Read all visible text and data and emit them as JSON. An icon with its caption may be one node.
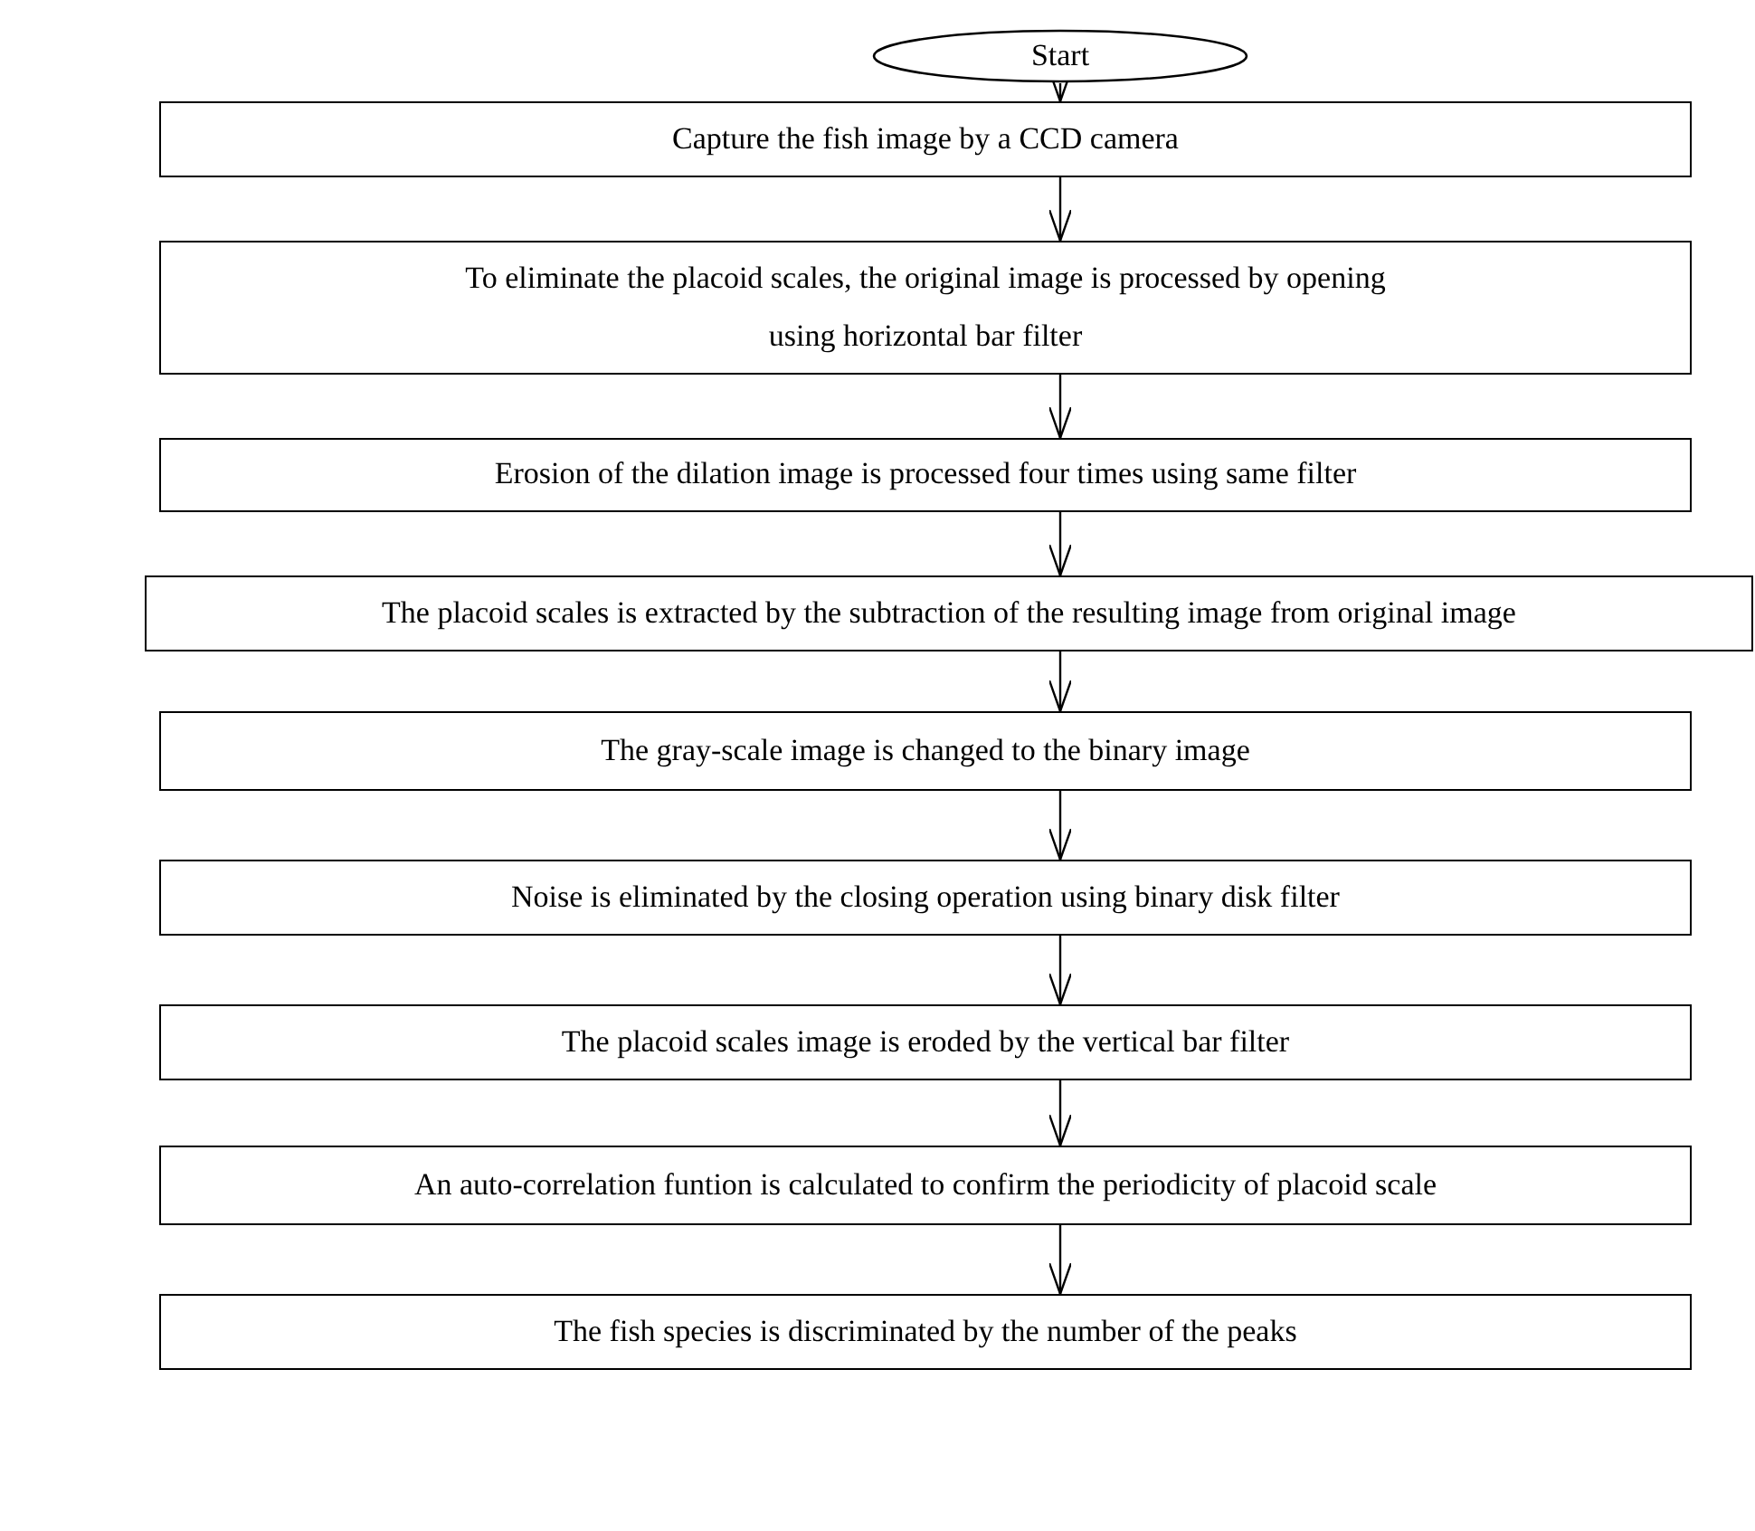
{
  "diagram": {
    "nodes": [
      {
        "text": [
          "Start"
        ]
      },
      {
        "text": [
          "Capture the fish image by a CCD camera"
        ]
      },
      {
        "text": [
          "To eliminate the placoid scales, the original image is processed by opening using horizontal bar filter"
        ]
      },
      {
        "text": [
          "Erosion of the dilation image is processed four times using same filter"
        ]
      },
      {
        "text": [
          "The placoid scales is extracted by the subtraction of the resulting image from original image"
        ]
      },
      {
        "text": [
          "The gray-scale image is changed to the binary image"
        ]
      },
      {
        "text": [
          "Noise is eliminated by the closing operation using binary disk filter"
        ]
      },
      {
        "text": [
          "The placoid scales image is eroded by the vertical bar filter"
        ]
      },
      {
        "text": [
          "An auto-correlation funtion is calculated to confirm the periodicity of placoid scale"
        ]
      },
      {
        "text": [
          "The fish species is discriminated by the number of the peaks"
        ]
      }
    ],
    "edges": [
      {
        "from": 0,
        "to": 1,
        "arrow": "to"
      },
      {
        "from": 1,
        "to": 2,
        "arrow": "to"
      },
      {
        "from": 2,
        "to": 3,
        "arrow": "to"
      },
      {
        "from": 3,
        "to": 4,
        "arrow": "to"
      },
      {
        "from": 4,
        "to": 5,
        "arrow": "to"
      },
      {
        "from": 5,
        "to": 6,
        "arrow": "to"
      },
      {
        "from": 6,
        "to": 7,
        "arrow": "to"
      },
      {
        "from": 7,
        "to": 8,
        "arrow": "to"
      },
      {
        "from": 8,
        "to": 9,
        "arrow": "to"
      }
    ]
  }
}
